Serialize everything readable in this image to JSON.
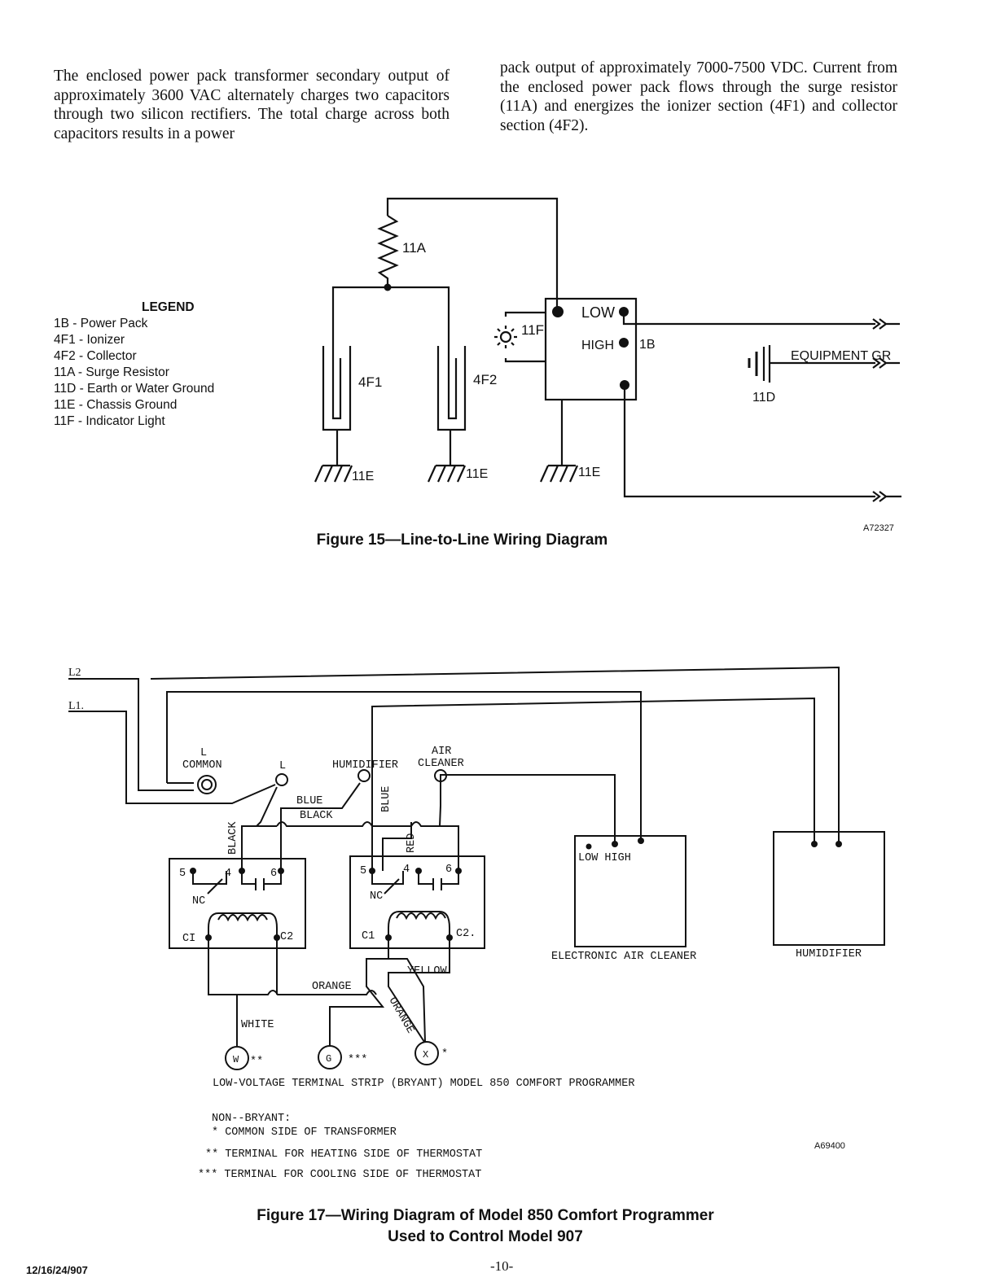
{
  "body_text": {
    "left_paragraph": "The enclosed power pack transformer secondary output of approximately 3600 VAC alternately charges two capacitors through two silicon rectifiers. The total charge across both capacitors results in a power",
    "right_paragraph": "pack output of approximately 7000-7500 VDC. Current from the enclosed power pack flows through the surge resistor (11A) and energizes the ionizer section (4F1) and collector section (4F2)."
  },
  "figure15": {
    "caption": "Figure 15—Line-to-Line Wiring Diagram",
    "ref_code": "A72327",
    "legend": {
      "title": "LEGEND",
      "items": [
        "1B - Power Pack",
        "4F1 - Ionizer",
        "4F2 - Collector",
        "11A - Surge Resistor",
        "11D - Earth or Water Ground",
        "11E - Chassis Ground",
        "11F - Indicator Light"
      ]
    },
    "labels": {
      "surge_resistor": "11A",
      "ionizer": "4F1",
      "collector": "4F2",
      "indicator": "11F",
      "low": "LOW",
      "high": "HIGH",
      "power_pack": "1B",
      "equipment_ground": "EQUIPMENT GR",
      "earth_ground": "11D",
      "chassis_ground": "11E"
    }
  },
  "figure17": {
    "caption_line1": "Figure 17—Wiring Diagram of Model 850 Comfort Programmer",
    "caption_line2": "Used to Control Model 907",
    "ref_code": "A69400",
    "labels": {
      "l2": "L2",
      "l1": "L1.",
      "l_common_1": "L",
      "l_common_2": "COMMON",
      "l_terminal": "L",
      "humidifier_terminal": "HUMIDIFIER",
      "air_cleaner_1": "AIR",
      "air_cleaner_2": "CLEANER",
      "blue": "BLUE",
      "black": "BLACK",
      "black_vertical": "BLACK",
      "blue_vertical": "BLUE",
      "red_vertical": "RED",
      "t5": "5",
      "t4": "4",
      "t6": "6",
      "nc": "NC",
      "c1": "CI",
      "c2": "C2",
      "r2_c1": "C1",
      "r2_c2": "C2.",
      "orange": "ORANGE",
      "yellow": "YELLOW",
      "orange_diag": "ORANGE",
      "white": "WHITE",
      "w": "W",
      "g": "G",
      "x": "X",
      "w_mark": "**",
      "g_mark": "***",
      "x_mark": "*",
      "low_high": "LOW HIGH",
      "eac": "ELECTRONIC AIR CLEANER",
      "humidifier_box": "HUMIDIFIER",
      "strip": "LOW-VOLTAGE TERMINAL STRIP (BRYANT) MODEL 850  COMFORT PROGRAMMER"
    },
    "notes": {
      "header": "NON--BRYANT:",
      "line1": "* COMMON SIDE OF TRANSFORMER",
      "line2": "** TERMINAL FOR HEATING SIDE OF THERMOSTAT",
      "line3": "*** TERMINAL FOR COOLING SIDE OF THERMOSTAT"
    }
  },
  "footer": {
    "doc_code": "12/16/24/907",
    "page_number": "-10-"
  }
}
